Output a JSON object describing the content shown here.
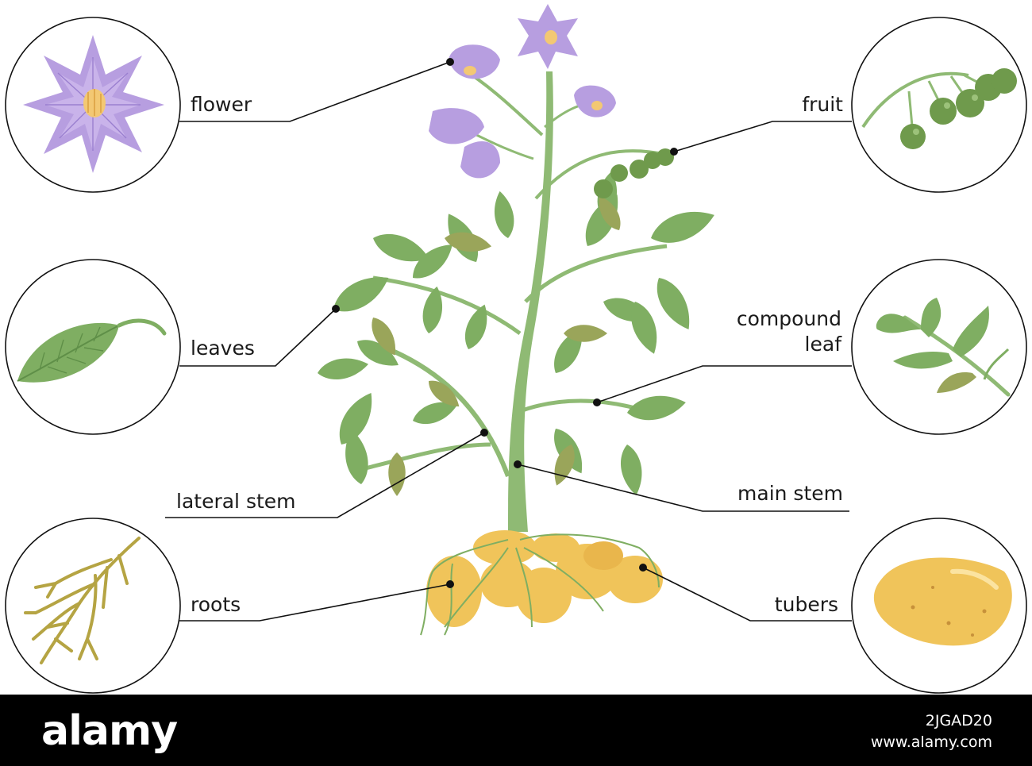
{
  "labels": {
    "flower": "flower",
    "leaves": "leaves",
    "lateral_stem": "lateral stem",
    "roots": "roots",
    "fruit": "fruit",
    "compound_leaf_line1": "compound",
    "compound_leaf_line2": "leaf",
    "main_stem": "main stem",
    "tubers": "tubers"
  },
  "footer": {
    "brand": "alamy",
    "image_id": "2JGAD20",
    "url": "www.alamy.com"
  },
  "colors": {
    "petal": "#b79ee0",
    "petal_dark": "#9a7fcf",
    "flower_center": "#f3c873",
    "leaf": "#7fae62",
    "leaf_dark": "#5f8f48",
    "leaf_olive": "#9aa55a",
    "stem": "#8fba74",
    "berry": "#6f9a4c",
    "tuber": "#f0c45a",
    "tuber_shade": "#d9a63a",
    "root": "#b5a443",
    "line": "#111111"
  }
}
